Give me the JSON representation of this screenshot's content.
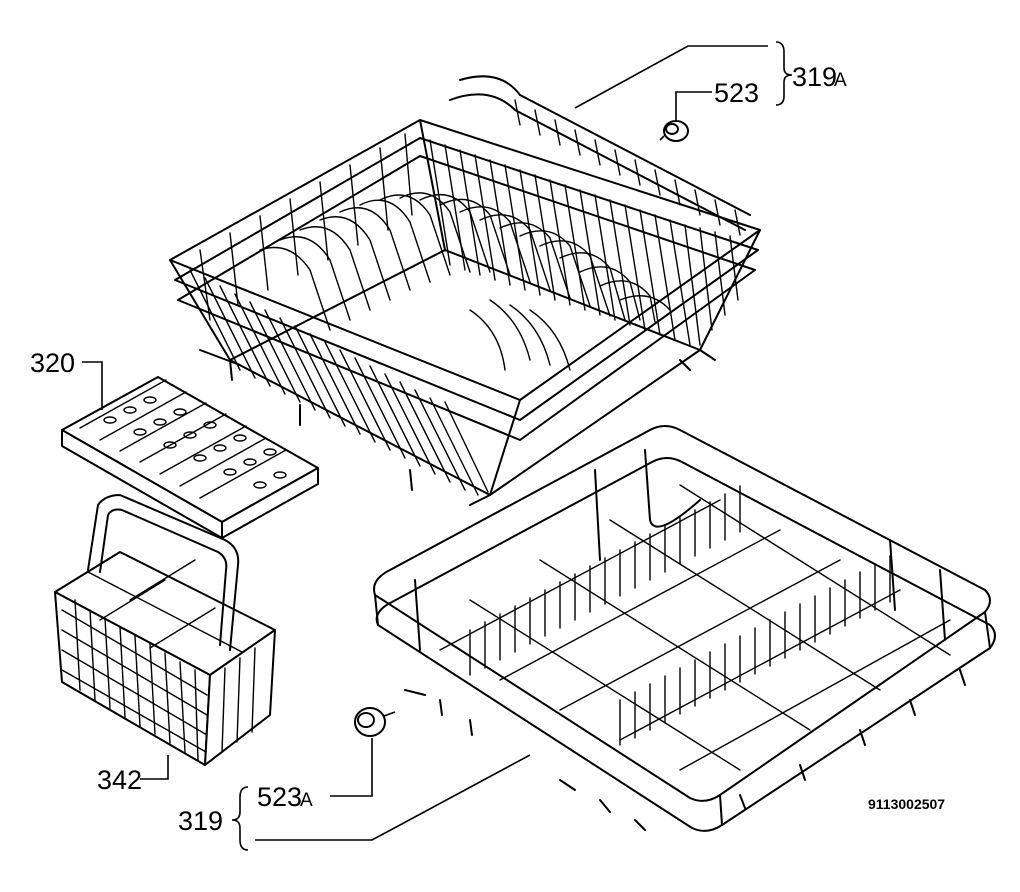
{
  "callouts": [
    {
      "id": "upper-basket",
      "number": "319",
      "suffix": "A"
    },
    {
      "id": "upper-wheel",
      "number": "523",
      "suffix": ""
    },
    {
      "id": "tray",
      "number": "320",
      "suffix": ""
    },
    {
      "id": "cutlery-basket",
      "number": "342",
      "suffix": ""
    },
    {
      "id": "lower-wheel",
      "number": "523",
      "suffix": "A"
    },
    {
      "id": "lower-basket",
      "number": "319",
      "suffix": ""
    }
  ],
  "drawing_code": "9113002507"
}
